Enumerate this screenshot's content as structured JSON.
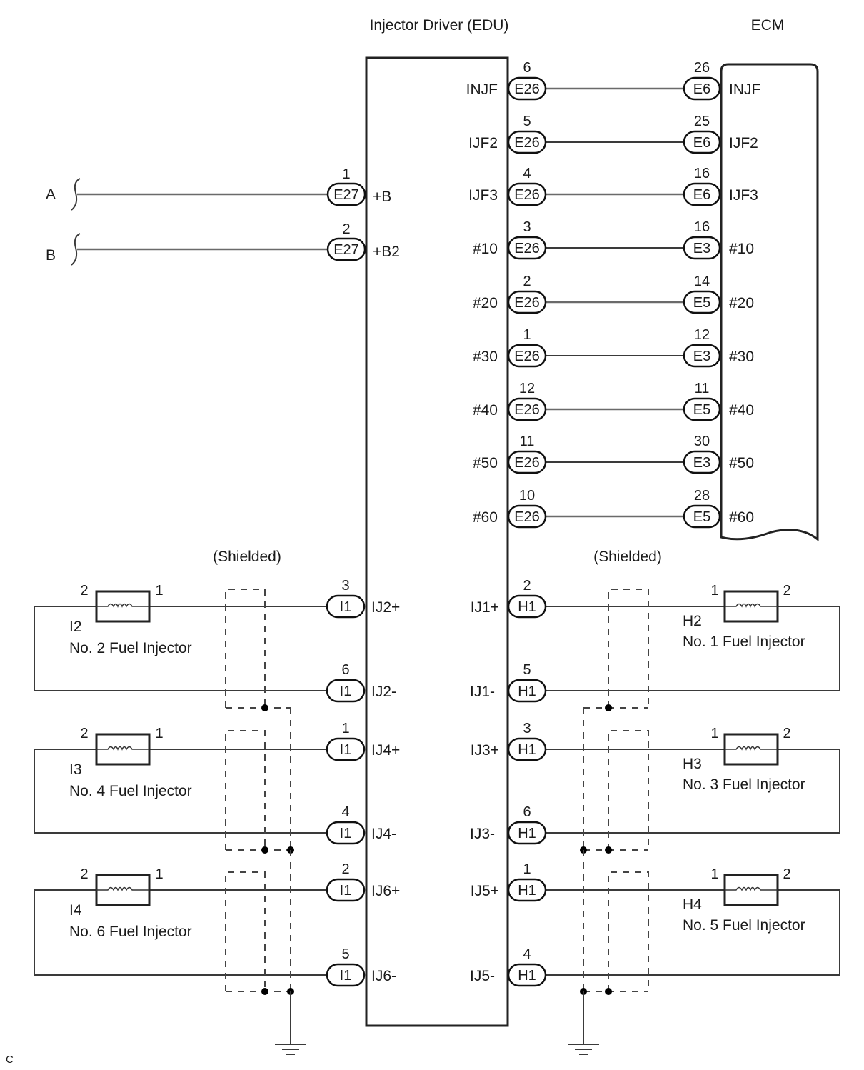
{
  "titles": {
    "edu": "Injector Driver (EDU)",
    "ecm": "ECM",
    "shielded_left": "(Shielded)",
    "shielded_right": "(Shielded)",
    "corner_mark": "C"
  },
  "power_inputs": [
    {
      "source": "A",
      "pin": "1",
      "connector": "E27",
      "terminal": "+B"
    },
    {
      "source": "B",
      "pin": "2",
      "connector": "E27",
      "terminal": "+B2"
    }
  ],
  "edu_ecm_links": [
    {
      "edu_terminal": "INJF",
      "edu_pin": "6",
      "edu_connector": "E26",
      "ecm_pin": "26",
      "ecm_connector": "E6",
      "ecm_terminal": "INJF"
    },
    {
      "edu_terminal": "IJF2",
      "edu_pin": "5",
      "edu_connector": "E26",
      "ecm_pin": "25",
      "ecm_connector": "E6",
      "ecm_terminal": "IJF2"
    },
    {
      "edu_terminal": "IJF3",
      "edu_pin": "4",
      "edu_connector": "E26",
      "ecm_pin": "16",
      "ecm_connector": "E6",
      "ecm_terminal": "IJF3"
    },
    {
      "edu_terminal": "#10",
      "edu_pin": "3",
      "edu_connector": "E26",
      "ecm_pin": "16",
      "ecm_connector": "E3",
      "ecm_terminal": "#10"
    },
    {
      "edu_terminal": "#20",
      "edu_pin": "2",
      "edu_connector": "E26",
      "ecm_pin": "14",
      "ecm_connector": "E5",
      "ecm_terminal": "#20"
    },
    {
      "edu_terminal": "#30",
      "edu_pin": "1",
      "edu_connector": "E26",
      "ecm_pin": "12",
      "ecm_connector": "E3",
      "ecm_terminal": "#30"
    },
    {
      "edu_terminal": "#40",
      "edu_pin": "12",
      "edu_connector": "E26",
      "ecm_pin": "11",
      "ecm_connector": "E5",
      "ecm_terminal": "#40"
    },
    {
      "edu_terminal": "#50",
      "edu_pin": "11",
      "edu_connector": "E26",
      "ecm_pin": "30",
      "ecm_connector": "E3",
      "ecm_terminal": "#50"
    },
    {
      "edu_terminal": "#60",
      "edu_pin": "10",
      "edu_connector": "E26",
      "ecm_pin": "28",
      "ecm_connector": "E5",
      "ecm_terminal": "#60"
    }
  ],
  "left_injectors": [
    {
      "code": "I2",
      "name": "No. 2 Fuel Injector",
      "pin_left": "2",
      "pin_right": "1",
      "pos": {
        "pin": "3",
        "connector": "I1",
        "terminal": "IJ2+"
      },
      "neg": {
        "pin": "6",
        "connector": "I1",
        "terminal": "IJ2-"
      }
    },
    {
      "code": "I3",
      "name": "No. 4 Fuel Injector",
      "pin_left": "2",
      "pin_right": "1",
      "pos": {
        "pin": "1",
        "connector": "I1",
        "terminal": "IJ4+"
      },
      "neg": {
        "pin": "4",
        "connector": "I1",
        "terminal": "IJ4-"
      }
    },
    {
      "code": "I4",
      "name": "No. 6 Fuel Injector",
      "pin_left": "2",
      "pin_right": "1",
      "pos": {
        "pin": "2",
        "connector": "I1",
        "terminal": "IJ6+"
      },
      "neg": {
        "pin": "5",
        "connector": "I1",
        "terminal": "IJ6-"
      }
    }
  ],
  "right_injectors": [
    {
      "code": "H2",
      "name": "No. 1 Fuel Injector",
      "pin_left": "1",
      "pin_right": "2",
      "pos": {
        "pin": "2",
        "connector": "H1",
        "terminal": "IJ1+"
      },
      "neg": {
        "pin": "5",
        "connector": "H1",
        "terminal": "IJ1-"
      }
    },
    {
      "code": "H3",
      "name": "No. 3 Fuel Injector",
      "pin_left": "1",
      "pin_right": "2",
      "pos": {
        "pin": "3",
        "connector": "H1",
        "terminal": "IJ3+"
      },
      "neg": {
        "pin": "6",
        "connector": "H1",
        "terminal": "IJ3-"
      }
    },
    {
      "code": "H4",
      "name": "No. 5 Fuel Injector",
      "pin_left": "1",
      "pin_right": "2",
      "pos": {
        "pin": "1",
        "connector": "H1",
        "terminal": "IJ5+"
      },
      "neg": {
        "pin": "4",
        "connector": "H1",
        "terminal": "IJ5-"
      }
    }
  ]
}
